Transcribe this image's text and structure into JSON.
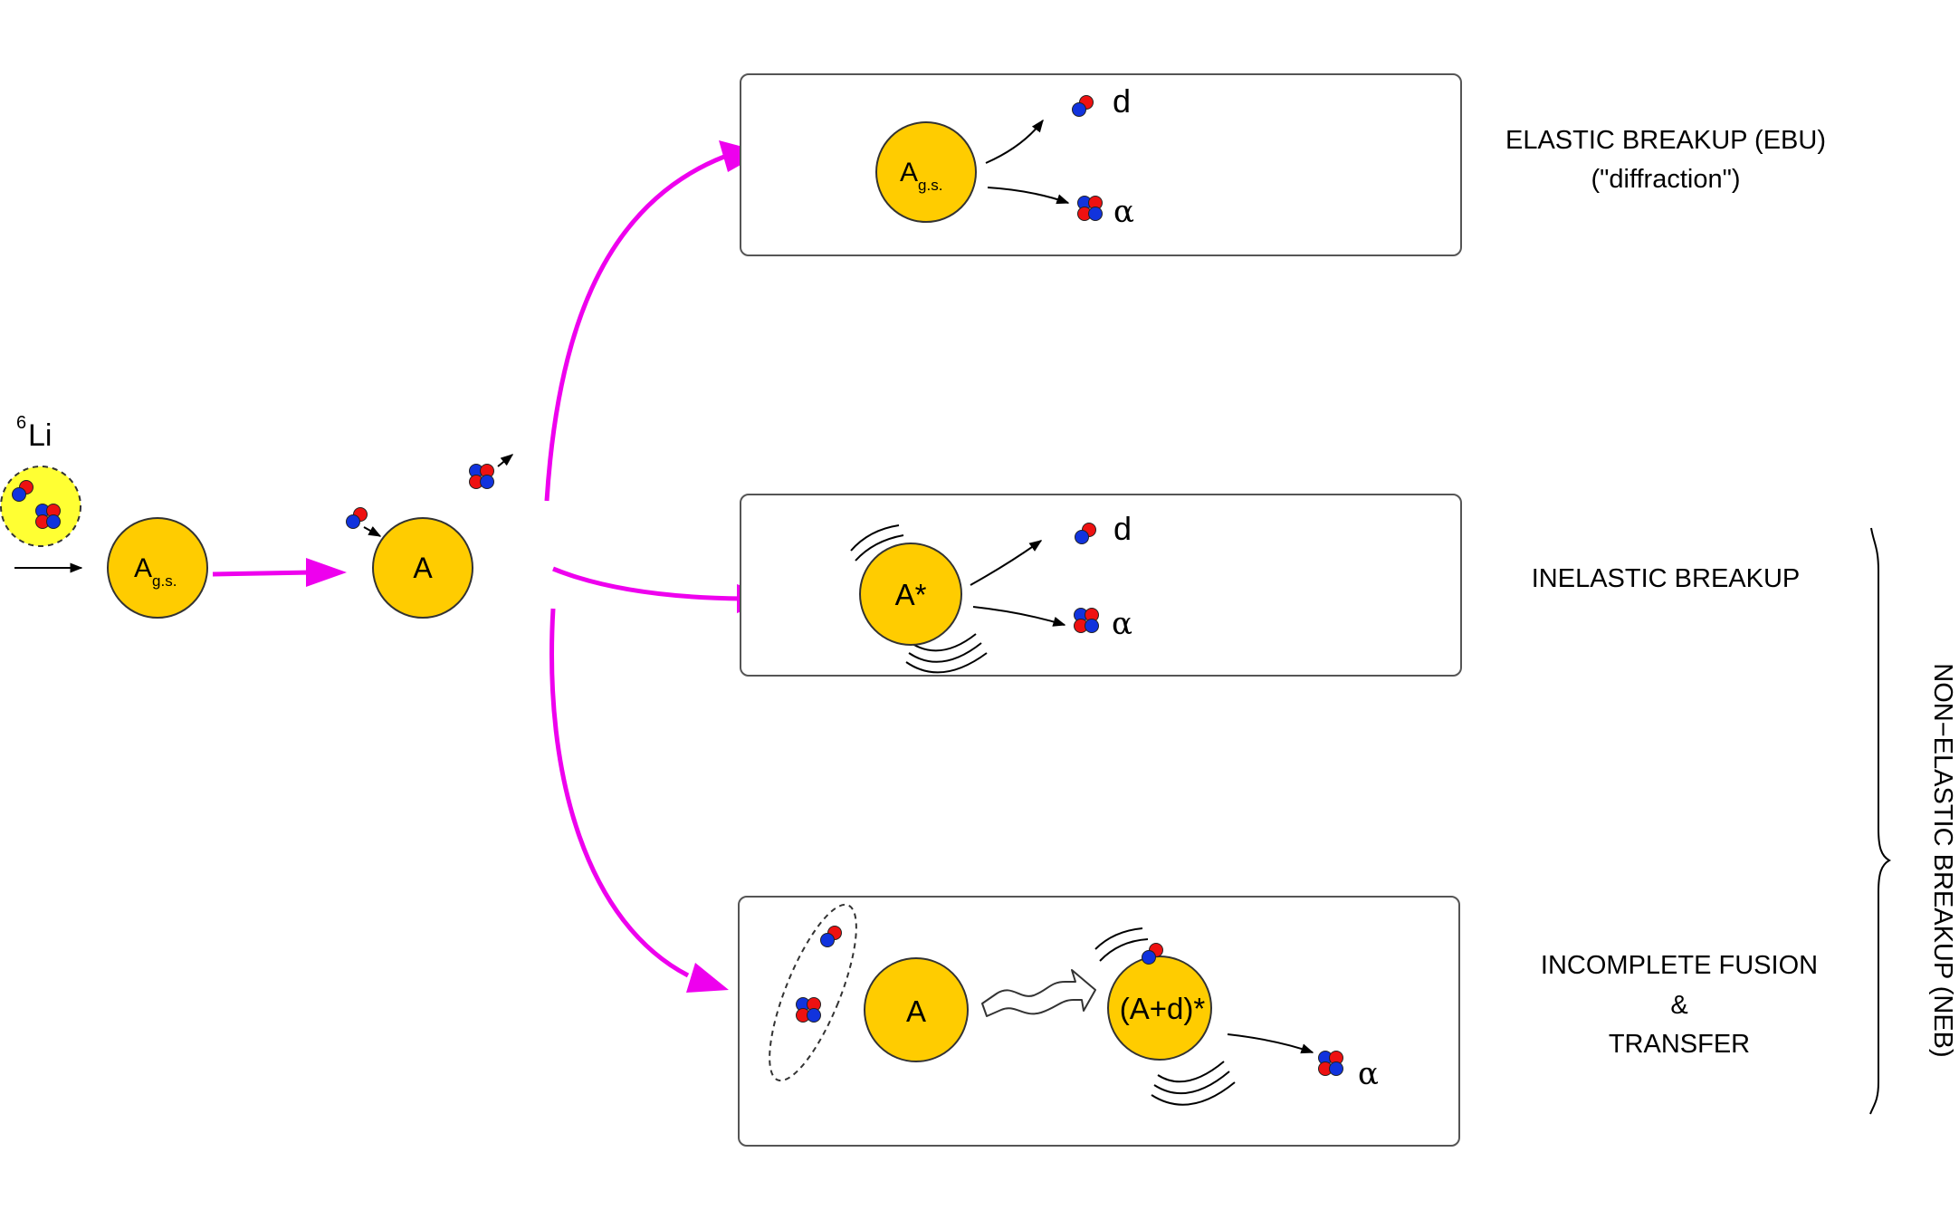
{
  "incoming": {
    "projectile_mass": "6",
    "projectile_symbol": "Li"
  },
  "nuclei": {
    "ground": "A",
    "ground_sub": "g.s.",
    "target": "A",
    "excited": "A*",
    "compound": "(A+d)*"
  },
  "fragments": {
    "deuteron": "d",
    "alpha": "α"
  },
  "channels": {
    "ebu": {
      "title": "ELASTIC BREAKUP (EBU)",
      "subtitle": "(\"diffraction\")"
    },
    "inelastic": {
      "title": "INELASTIC BREAKUP"
    },
    "icf": {
      "line1": "INCOMPLETE FUSION",
      "line2": "&",
      "line3": "TRANSFER"
    }
  },
  "neb_label": "NON−ELASTIC BREAKUP (NEB)",
  "colors": {
    "nucleus": "#FFCC00",
    "proton": "#ee1111",
    "neutron": "#1133dd",
    "arrow": "#ee00ee",
    "projectile_halo": "#ffff33"
  }
}
